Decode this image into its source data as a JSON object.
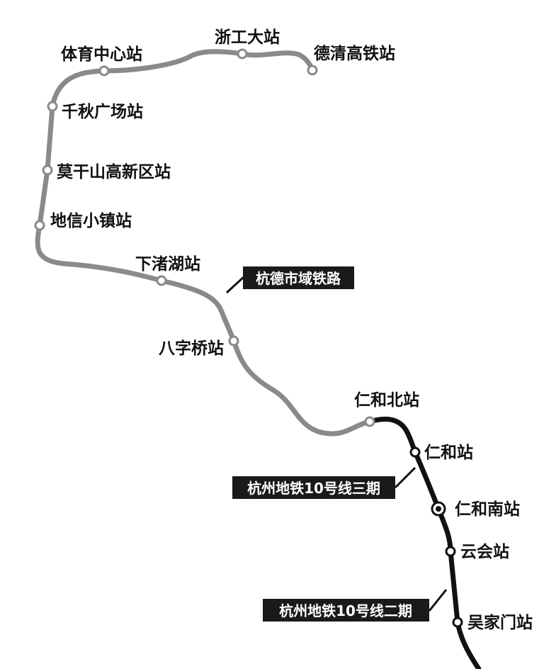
{
  "map": {
    "colors": {
      "background": "#ffffff",
      "hangde_line": "#8a8a8a",
      "metro_line": "#111111",
      "label_box": "#1a1a1a",
      "label_text": "#ffffff",
      "station_fill": "#ffffff"
    },
    "lines": [
      {
        "name": "杭德市域铁路",
        "color": "#8a8a8a"
      },
      {
        "name": "杭州地铁10号线三期",
        "color": "#111111"
      },
      {
        "name": "杭州地铁10号线二期",
        "color": "#111111"
      }
    ],
    "stations": [
      {
        "name": "德清高铁站",
        "line": "杭德市域铁路",
        "marker": "terminal"
      },
      {
        "name": "浙工大站",
        "line": "杭德市域铁路"
      },
      {
        "name": "体育中心站",
        "line": "杭德市域铁路"
      },
      {
        "name": "千秋广场站",
        "line": "杭德市域铁路"
      },
      {
        "name": "莫干山高新区站",
        "line": "杭德市域铁路"
      },
      {
        "name": "地信小镇站",
        "line": "杭德市域铁路"
      },
      {
        "name": "下渚湖站",
        "line": "杭德市域铁路"
      },
      {
        "name": "八字桥站",
        "line": "杭德市域铁路"
      },
      {
        "name": "仁和北站",
        "line": "杭德市域铁路"
      },
      {
        "name": "仁和站",
        "line": "杭州地铁10号线三期"
      },
      {
        "name": "仁和南站",
        "line": "杭州地铁10号线三期",
        "marker": "transfer"
      },
      {
        "name": "云会站",
        "line": "杭州地铁10号线二期"
      },
      {
        "name": "吴家门站",
        "line": "杭州地铁10号线二期"
      }
    ]
  }
}
